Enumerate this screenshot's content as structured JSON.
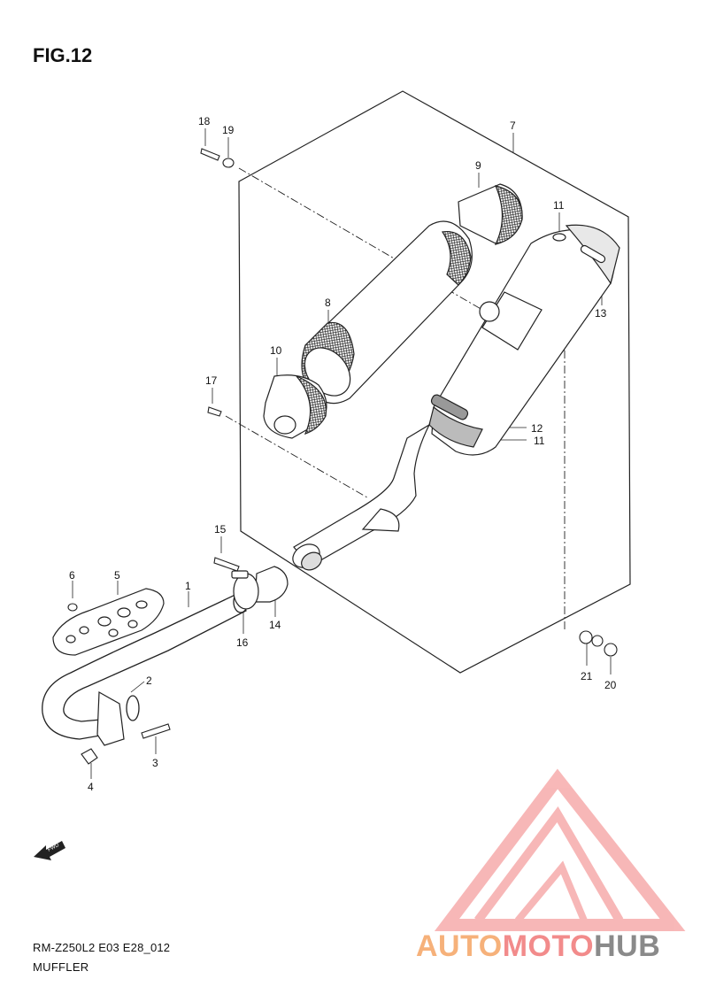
{
  "figure": {
    "title": "FIG.12",
    "model_code": "RM-Z250L2 E03 E28_012",
    "section_name": "MUFFLER",
    "fwd_label": "FWD"
  },
  "callouts": [
    {
      "id": "1",
      "label": "1"
    },
    {
      "id": "2",
      "label": "2"
    },
    {
      "id": "3",
      "label": "3"
    },
    {
      "id": "4",
      "label": "4"
    },
    {
      "id": "5",
      "label": "5"
    },
    {
      "id": "6",
      "label": "6"
    },
    {
      "id": "7",
      "label": "7"
    },
    {
      "id": "8",
      "label": "8"
    },
    {
      "id": "9",
      "label": "9"
    },
    {
      "id": "10",
      "label": "10"
    },
    {
      "id": "11a",
      "label": "11"
    },
    {
      "id": "11b",
      "label": "11"
    },
    {
      "id": "12",
      "label": "12"
    },
    {
      "id": "13",
      "label": "13"
    },
    {
      "id": "14",
      "label": "14"
    },
    {
      "id": "15",
      "label": "15"
    },
    {
      "id": "16",
      "label": "16"
    },
    {
      "id": "17",
      "label": "17"
    },
    {
      "id": "18",
      "label": "18"
    },
    {
      "id": "19",
      "label": "19"
    },
    {
      "id": "20",
      "label": "20"
    },
    {
      "id": "21",
      "label": "21"
    }
  ],
  "watermark": {
    "part_a": "AUTO",
    "part_b": "MOTO",
    "part_c": "HUB",
    "colors": {
      "auto": "#f6b17a",
      "moto": "#f28b8b",
      "hub": "#8a8a8a"
    }
  }
}
